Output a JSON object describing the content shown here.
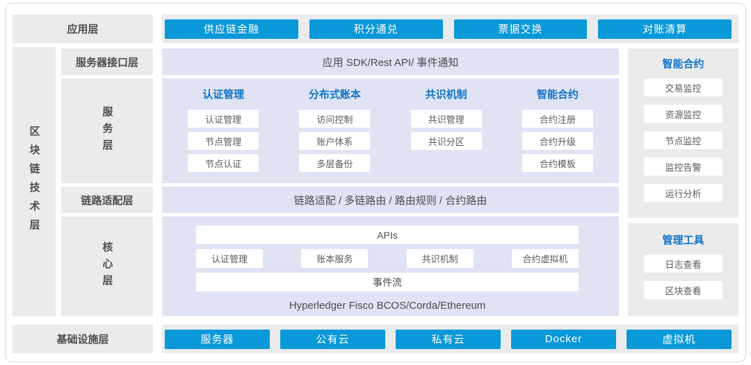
{
  "colors": {
    "accent_blue": "#0998d8",
    "header_blue": "#1273c5",
    "panel_lavender": "#dfe3f3",
    "panel_gray": "#eaebec",
    "text_dark": "#4c4c4c"
  },
  "app_layer": {
    "label": "应用层",
    "buttons": [
      "供应链金融",
      "积分通兑",
      "票据交换",
      "对账清算"
    ]
  },
  "blockchain_layer": {
    "label": "区块链技术层",
    "interface_layer": {
      "label": "服务器接口层",
      "content": "应用 SDK/Rest API/ 事件通知"
    },
    "service_layer": {
      "label": "服务层",
      "columns": [
        {
          "header": "认证管理",
          "items": [
            "认证管理",
            "节点管理",
            "节点认证"
          ]
        },
        {
          "header": "分布式账本",
          "items": [
            "访问控制",
            "账户体系",
            "多层备份"
          ]
        },
        {
          "header": "共识机制",
          "items": [
            "共识管理",
            "共识分区"
          ]
        },
        {
          "header": "智能合约",
          "items": [
            "合约注册",
            "合约升级",
            "合约模板"
          ]
        }
      ]
    },
    "link_layer": {
      "label": "链路适配层",
      "content": "链路适配 / 多链路由 / 路由规则 / 合约路由"
    },
    "core_layer": {
      "label": "核心层",
      "apis_bar": "APIs",
      "modules": [
        "认证管理",
        "账本服务",
        "共识机制",
        "合约虚拟机"
      ],
      "event_bar": "事件流",
      "platforms": "Hyperledger Fisco BCOS/Corda/Ethereum"
    }
  },
  "sidebar": {
    "monitor_panel": {
      "title": "智能合约",
      "items": [
        "交易监控",
        "资源监控",
        "节点监控",
        "监控告警",
        "运行分析"
      ]
    },
    "tools_panel": {
      "title": "管理工具",
      "items": [
        "日志查看",
        "区块查看"
      ]
    }
  },
  "infrastructure_layer": {
    "label": "基础设施层",
    "buttons": [
      "服务器",
      "公有云",
      "私有云",
      "Docker",
      "虚拟机"
    ]
  }
}
